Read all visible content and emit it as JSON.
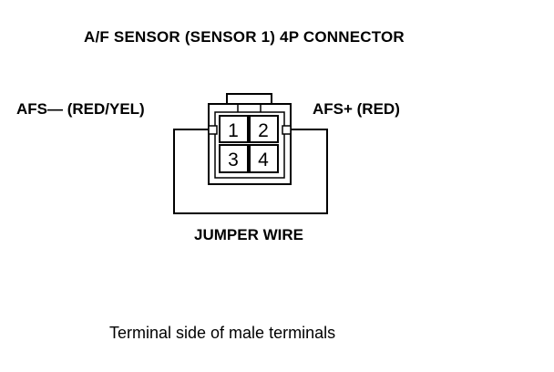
{
  "diagram": {
    "title": "A/F SENSOR (SENSOR 1) 4P CONNECTOR",
    "left_label": "AFS— (RED/YEL)",
    "right_label": "AFS+ (RED)",
    "jumper_label": "JUMPER WIRE",
    "caption": "Terminal side of male terminals",
    "terminals": [
      "1",
      "2",
      "3",
      "4"
    ]
  }
}
